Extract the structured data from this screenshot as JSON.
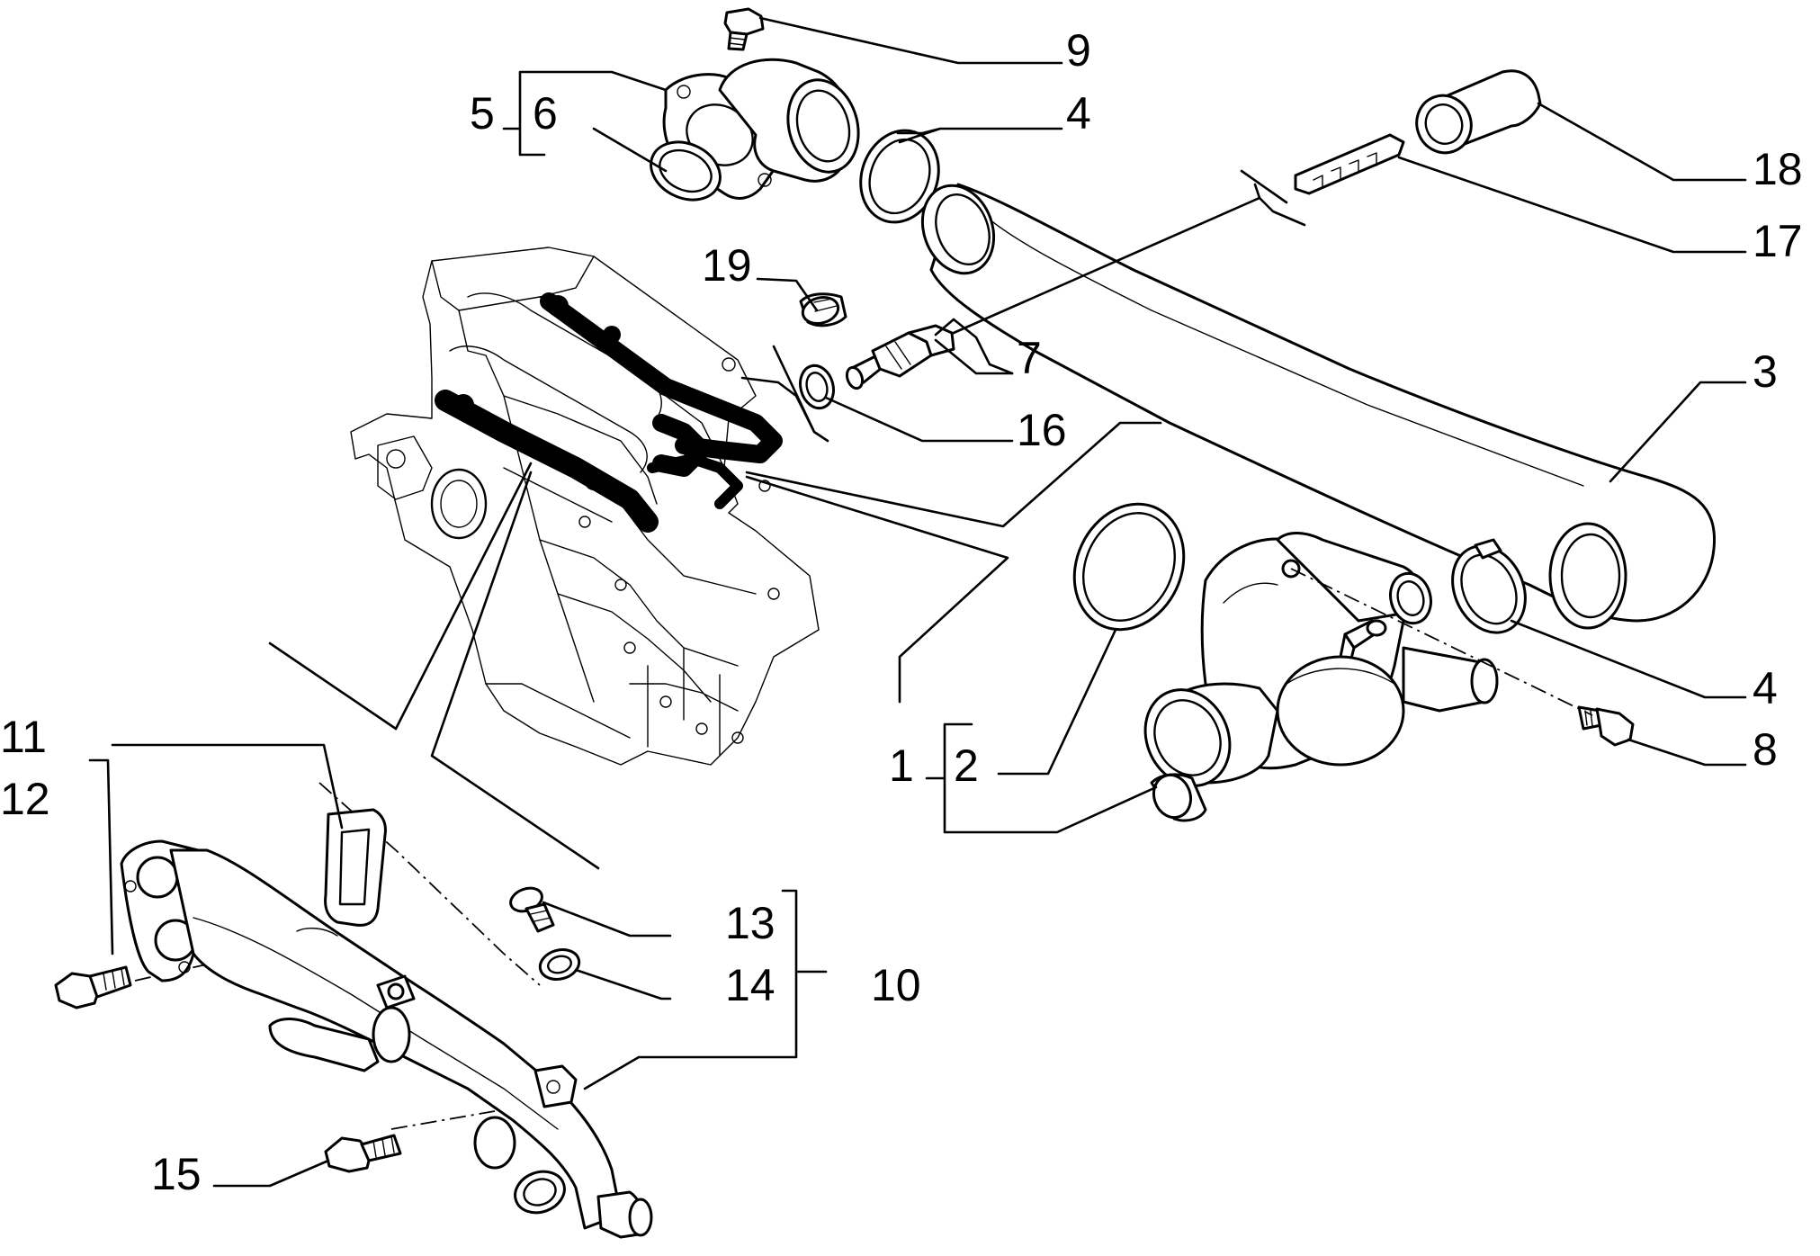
{
  "diagram": {
    "labels": {
      "p1": "1",
      "p2": "2",
      "p3": "3",
      "p4a": "4",
      "p4b": "4",
      "p5": "5",
      "p6": "6",
      "p7": "7",
      "p8": "8",
      "p9": "9",
      "p10": "10",
      "p11": "11",
      "p12": "12",
      "p13": "13",
      "p14": "14",
      "p15": "15",
      "p16": "16",
      "p17": "17",
      "p18": "18",
      "p19": "19"
    }
  }
}
